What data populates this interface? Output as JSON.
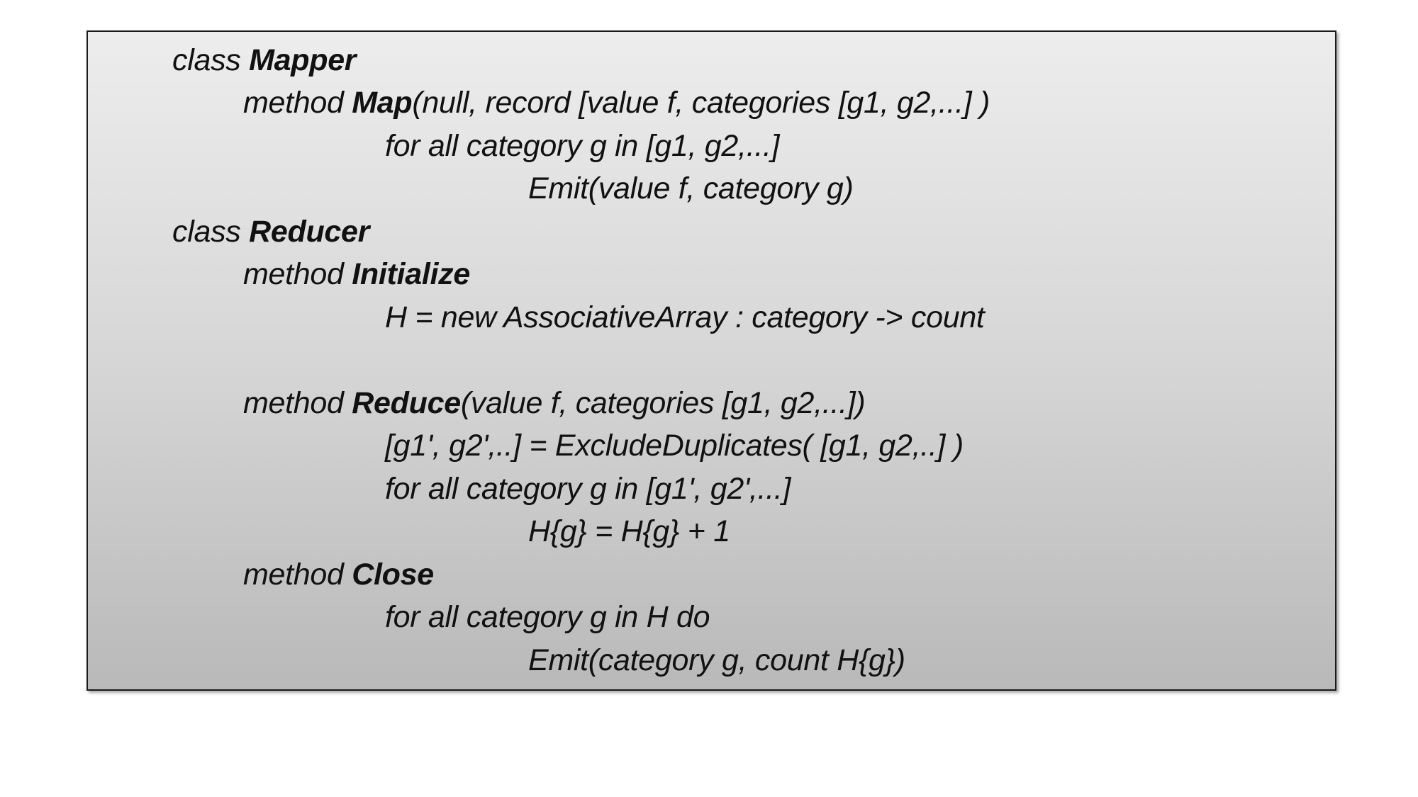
{
  "lines": [
    {
      "indent": 0,
      "pre": "class ",
      "bold": "Mapper",
      "post": ""
    },
    {
      "indent": 1,
      "pre": "method ",
      "bold": "Map",
      "post": "(null, record [value f, categories [g1, g2,...] )"
    },
    {
      "indent": 2,
      "pre": "for all category g in [g1, g2,...]",
      "bold": "",
      "post": ""
    },
    {
      "indent": 3,
      "pre": "Emit(value f, category g)",
      "bold": "",
      "post": ""
    },
    {
      "indent": 0,
      "pre": "class ",
      "bold": "Reducer",
      "post": ""
    },
    {
      "indent": 1,
      "pre": "method ",
      "bold": "Initialize",
      "post": ""
    },
    {
      "indent": 2,
      "pre": "H = new AssociativeArray : category -> count",
      "bold": "",
      "post": ""
    },
    {
      "indent": 1,
      "pre": "method ",
      "bold": "Reduce",
      "post": "(value f, categories [g1, g2,...])"
    },
    {
      "indent": 2,
      "pre": "[g1', g2',..] = ExcludeDuplicates( [g1, g2,..] )",
      "bold": "",
      "post": ""
    },
    {
      "indent": 2,
      "pre": "for all category g in [g1', g2',...]",
      "bold": "",
      "post": ""
    },
    {
      "indent": 3,
      "pre": "H{g} = H{g} + 1",
      "bold": "",
      "post": ""
    },
    {
      "indent": 1,
      "pre": "method ",
      "bold": "Close",
      "post": ""
    },
    {
      "indent": 2,
      "pre": "for all category g in H do",
      "bold": "",
      "post": ""
    },
    {
      "indent": 3,
      "pre": "Emit(category g, count H{g})",
      "bold": "",
      "post": ""
    }
  ]
}
